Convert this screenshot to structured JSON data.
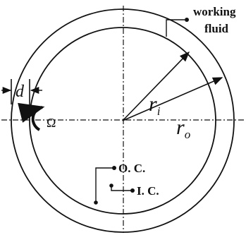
{
  "labels": {
    "working_fluid_line1": "working",
    "working_fluid_line2": "fluid",
    "inner_radius_symbol": "r",
    "inner_radius_subscript": "i",
    "outer_radius_symbol": "r",
    "outer_radius_subscript": "o",
    "gap_symbol": "d",
    "rotation_symbol": "Ω",
    "outer_cylinder": "O. C.",
    "inner_cylinder": "I. C."
  },
  "colors": {
    "ink": "#111111",
    "background": "#ffffff"
  }
}
